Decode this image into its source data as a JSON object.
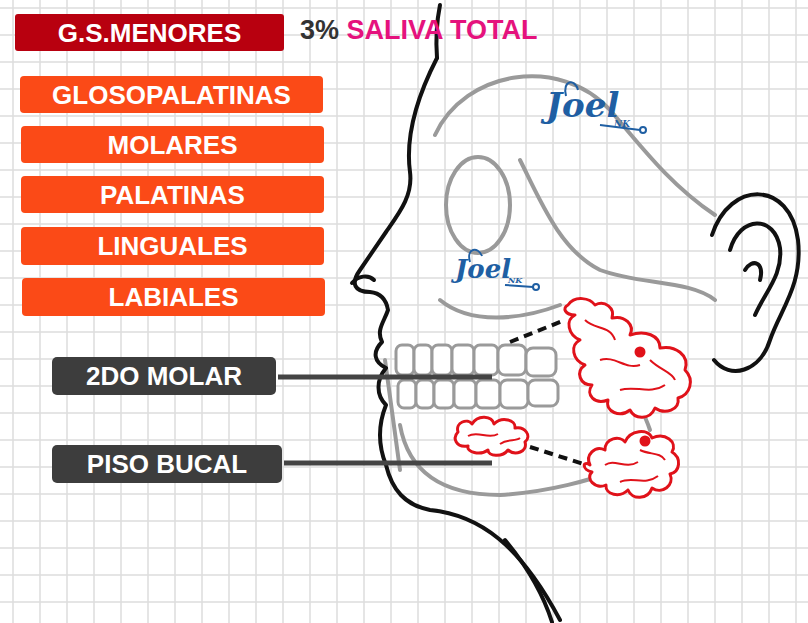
{
  "diagram": {
    "nodes": [
      {
        "text": [
          "G.S.MENORES"
        ]
      },
      {
        "text": [
          "GLOSOPALATINAS"
        ]
      },
      {
        "text": [
          "MOLARES"
        ]
      },
      {
        "text": [
          "PALATINAS"
        ]
      },
      {
        "text": [
          "LINGUALES"
        ]
      },
      {
        "text": [
          "LABIALES"
        ]
      },
      {
        "text": [
          "2DO MOLAR"
        ]
      },
      {
        "text": [
          "PISO BUCAL"
        ]
      }
    ],
    "labels": [
      "3% SALIVA TOTAL",
      "Joel",
      "NK",
      "Joel",
      "NK"
    ]
  }
}
